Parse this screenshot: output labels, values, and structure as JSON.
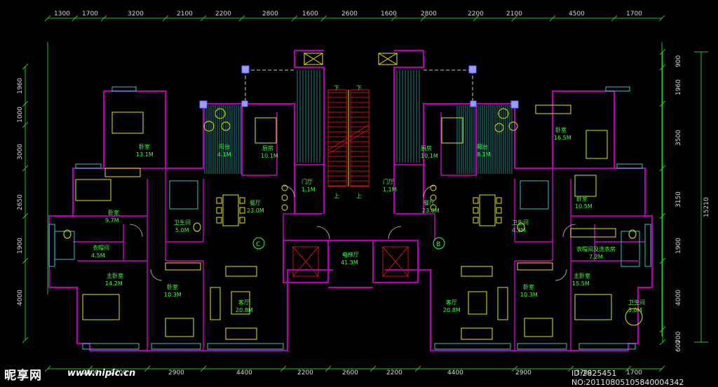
{
  "dims": {
    "top": [
      "1300",
      "1700",
      "3200",
      "2100",
      "2200",
      "2800",
      "1600",
      "2600",
      "1600",
      "2800",
      "2200",
      "2100",
      "4500",
      "1700"
    ],
    "bottom": [
      "2200",
      "2700",
      "2900",
      "4400",
      "2200",
      "2600",
      "2200",
      "4400",
      "2900",
      "3700",
      "1700"
    ],
    "left": [
      "1960",
      "1000",
      "3000",
      "2650",
      "1900",
      "4000"
    ],
    "right": [
      "900",
      "1960",
      "3500",
      "3150",
      "1900",
      "4000",
      "600",
      "700"
    ],
    "overall": "15210"
  },
  "rooms": [
    {
      "name": "卧室",
      "area": "13.1M"
    },
    {
      "name": "卧室",
      "area": "9.7M"
    },
    {
      "name": "衣帽间",
      "area": "4.5M"
    },
    {
      "name": "主卧室",
      "area": "14.2M"
    },
    {
      "name": "卧室",
      "area": "10.3M"
    },
    {
      "name": "客厅",
      "area": "20.8M"
    },
    {
      "name": "餐厅",
      "area": "23.0M"
    },
    {
      "name": "厨房",
      "area": "10.1M"
    },
    {
      "name": "阳台",
      "area": "4.1M"
    },
    {
      "name": "卫生间",
      "area": "5.0M"
    },
    {
      "name": "电梯厅",
      "area": "41.3M"
    },
    {
      "name": "厨房",
      "area": "10.1M"
    },
    {
      "name": "阳台",
      "area": "8.1M"
    },
    {
      "name": "餐厅",
      "area": "23.0M"
    },
    {
      "name": "卫生间",
      "area": "4.3M"
    },
    {
      "name": "客厅",
      "area": "20.8M"
    },
    {
      "name": "卧室",
      "area": "10.3M"
    },
    {
      "name": "主卧室",
      "area": "15.5M"
    },
    {
      "name": "卧室",
      "area": "16.5M"
    },
    {
      "name": "卧室",
      "area": "10.5M"
    },
    {
      "name": "衣帽间及洗衣房",
      "area": "7.2M"
    },
    {
      "name": "卫生间",
      "area": "5.0M"
    },
    {
      "name": "门厅",
      "area": "1.1M"
    },
    {
      "name": "门厅",
      "area": "1.1M"
    }
  ],
  "unit_labels": [
    "C",
    "B"
  ],
  "stair_marks": [
    "下",
    "下",
    "上",
    "上"
  ],
  "watermark": {
    "logo": "昵享网",
    "site": "www.nipic.cn",
    "id": "ID:2825451 NO:20110805105840004342"
  },
  "colors": {
    "wall": "#b000b0",
    "wall_in": "#d000d0",
    "dim": "#22c522",
    "text": "#3cff3c",
    "furniture": "#e6e600",
    "glass": "#27a6a6",
    "stair": "#d01010"
  }
}
